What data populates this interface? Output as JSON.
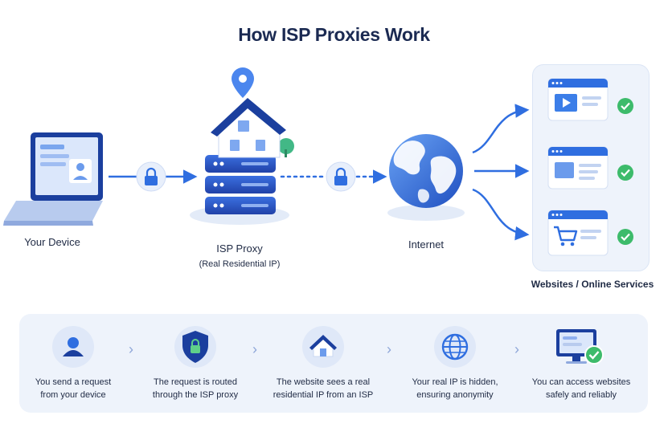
{
  "title": "How ISP Proxies Work",
  "nodes": {
    "device": "Your Device",
    "proxy": "ISP Proxy",
    "proxy_sub": "(Real Residential IP)",
    "internet": "Internet",
    "websites": "Websites / Online Services"
  },
  "steps": [
    {
      "line1": "You send a request",
      "line2": "from your device",
      "icon": "user-icon"
    },
    {
      "line1": "The request is routed",
      "line2": "through the ISP proxy",
      "icon": "shield-lock-icon"
    },
    {
      "line1": "The website sees a real",
      "line2": "residential IP from an ISP",
      "icon": "house-icon"
    },
    {
      "line1": "Your real IP is hidden,",
      "line2": "ensuring anonymity",
      "icon": "globe-icon"
    },
    {
      "line1": "You can access websites",
      "line2": "safely and reliably",
      "icon": "monitor-check-icon"
    }
  ],
  "colors": {
    "primary": "#2f6ee0",
    "dark": "#1b3f9e",
    "success": "#3dbb6b",
    "panel": "#eef3fb"
  }
}
